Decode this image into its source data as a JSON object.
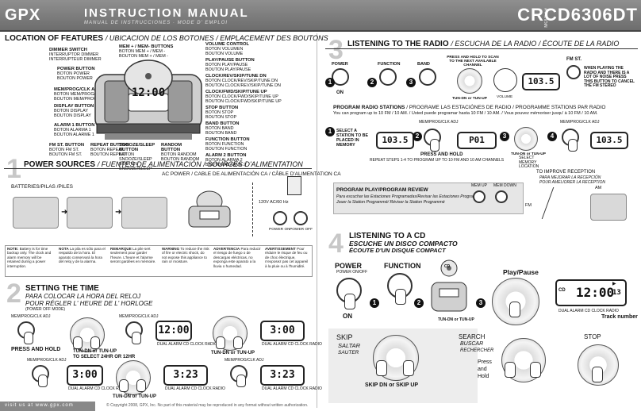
{
  "header": {
    "logo": "GPX",
    "title": "INSTRUCTION MANUAL",
    "subtitle": "MANUAL DE INSTRUCCIONES · MODE D' EMPLOI",
    "model_label": "MODEL#",
    "model": "CRCD6306DT"
  },
  "features": {
    "title": "LOCATION OF FEATURES",
    "title_es": "/ UBICACION DE LOS BOTONES / EMPLACEMENT DES BOUTONS",
    "display_time": "12:00",
    "left_labels": [
      {
        "en": "DIMMER SWITCH",
        "es": "INTERRUPTOR DIMMER",
        "fr": "INTERRUPTEUR DIMMER"
      },
      {
        "en": "POWER BUTTON",
        "es": "BOTON POWER",
        "fr": "BOUTON POWER"
      },
      {
        "en": "MEM/PROG/CLK ADJ. BUTTON",
        "es": "BOTON MEM/PROG/CLK ADJ.",
        "fr": "BOUTON MEM/PROG/CLK ADJ."
      },
      {
        "en": "DISPLAY BUTTON",
        "es": "BOTON DISPLAY",
        "fr": "BOUTON DISPLAY"
      },
      {
        "en": "ALARM 1 BUTTON",
        "es": "BOTON ALARMA 1",
        "fr": "BOUTON ALARME 1"
      },
      {
        "en": "FM ST. BUTTON",
        "es": "BOTON FM ST.",
        "fr": "BOUTON FM ST."
      }
    ],
    "top_label": {
      "en": "MEM + / MEM- BUTTONS",
      "es": "BOTON MEM + / MEM -",
      "fr": "BOUTON MEM + / MEM -"
    },
    "right_labels": [
      {
        "en": "VOLUME CONTROL",
        "es": "BOTON VOLUMEN",
        "fr": "BOUTON VOLUME"
      },
      {
        "en": "PLAY/PAUSE BUTTON",
        "es": "BOTON PLAY/PAUSE",
        "fr": "BOUTON PLAY/PAUSE"
      },
      {
        "en": "CLOCK/REV/SKIP/TUNE DN",
        "es": "BOTON CLOCK/REV/SKIP/TUNE DN",
        "fr": "BOUTON CLOCK/REV/SKIP/TUNE DN"
      },
      {
        "en": "CLOCK/FWD/SKIP/TUNE UP",
        "es": "BOTON CLOCK/FWD/SKIP/TUNE UP",
        "fr": "BOUTON CLOCK/FWD/SKIP/TUNE UP"
      },
      {
        "en": "STOP BUTTON",
        "es": "BOTON STOP",
        "fr": "BOUTON STOP"
      },
      {
        "en": "BAND BUTTON",
        "es": "BOTON BAND",
        "fr": "BOUTON BAND"
      },
      {
        "en": "FUNCTION BUTTON",
        "es": "BOTON FUNCTION",
        "fr": "BOUTON FUNCTION"
      },
      {
        "en": "ALARM 2 BUTTON",
        "es": "BOTON ALARMA 2",
        "fr": "BOUTON ALARME 2"
      }
    ],
    "bottom_labels": [
      {
        "en": "REPEAT BUTTON",
        "es": "BOTON REPEAT",
        "fr": "BOUTON REPEAT"
      },
      {
        "en": "SNOOZE/SLEEP BUTTON",
        "es": "BOTON SNOOZE/SLEEP",
        "fr": "BOUTON SNOOZE/SLEEP"
      },
      {
        "en": "RANDOM BUTTON",
        "es": "BOTON RANDOM",
        "fr": "BOUTON RANDOM"
      }
    ]
  },
  "power": {
    "num": "1",
    "title": "POWER SOURCES",
    "title_es": "/ FUENTES DE ALIMENTACIÓN / SOURCES D'ALIMENTATION",
    "ac": "AC POWER / CABLE DE ALIMENTACIÓN CA / CÂBLE D'ALIMENTATION CA",
    "batteries": "BATTERIES/PILAS /PILES",
    "ac_voltage": "120V AC/60 Hz",
    "power_on": "POWER ON",
    "power_off": "POWER OFF",
    "notes": [
      {
        "head": "NOTE:",
        "text": "Battery is for time backup only. The clock and alarm memory will be retained during a power interruption."
      },
      {
        "head": "NOTA",
        "text": "La pila es sólo para el respaldo de la hora. El aparato conservará la hora del reloj y de la alarma."
      },
      {
        "head": "REMARQUE",
        "text": "La pile sert seulement pour garder l'heure. L'heure et l'alarme seront gardées en mémoire."
      },
      {
        "head": "WARNING",
        "text": "To reduce the risk of fire or electric shock, do not expose this appliance to rain or moisture."
      },
      {
        "head": "ADVERTENCIA",
        "text": "Para reducir el riesgo de fuego o de descargas eléctricas, no exponga este aparato a la lluvia o humedad."
      },
      {
        "head": "AVERTISSEMENT",
        "text": "Pour réduire le risque de feu ou de choc électrique, n'exposez pas cet appareil à la pluie ou à l'humidité."
      }
    ]
  },
  "time": {
    "num": "2",
    "title": "SETTING THE TIME",
    "title_es": "PARA COLOCAR LA HORA DEL RELOJ",
    "title_fr": "POUR RÉGLER L' HEURE DE L' HORLOGE",
    "mode": "(POWER OFF MODE)",
    "mem_label": "MEM/PROG/CLK ADJ",
    "press_hold": "PRESS AND HOLD",
    "tun_select": "TUN-DN or TUN-UP\nTO SELECT 24HR OR 12HR",
    "tun": "TUN-DN or TUN-UP",
    "lcd": [
      "12:00",
      "3:00",
      "3:00",
      "3:23",
      "3:23"
    ],
    "lcd_caption": "DUAL ALARM CD CLOCK RADIO"
  },
  "radio": {
    "num": "3",
    "title": "LISTENING TO THE RADIO",
    "title_es": "/ ESCUCHA DE LA RADIO / ÉCOUTE DE LA RADIO",
    "power": "POWER",
    "function": "FUNCTION",
    "band": "BAND",
    "on": "ON",
    "scan": "PRESS AND HOLD TO SCAN\nTO THE NEXT AVAILABLE CHANNEL",
    "tun": "TUN-DN or TUN-UP",
    "volume": "VOLUME",
    "freq": "103.5",
    "fm_st": "FM ST.",
    "fm_st_note": "WHEN PLAYING THE RADIO AND THERE IS A LOT OF NOISE PRESS THIS BUTTON TO CANCEL THE FM STEREO",
    "program_title": "PROGRAM RADIO STATIONS",
    "program_title_es": "/ PROGRAME LAS ESTACIÓNES DE RADIO / PROGRAMME STATIONS PAR RADIO",
    "program_desc": "You can program up to 10 FM / 10 AM. / Usted puede programar hasta 10 FM / 10 AM. / Vous pouvez mémoriser jusqu' à 10 FM / 10 AM.",
    "select_station": "SELECT A STATION TO BE PLACED IN MEMORY",
    "mem_label": "MEM/PROG/CLK ADJ",
    "p01": "P01",
    "press_hold": "PRESS AND HOLD",
    "repeat_steps": "REPEAT STEPS 1-4 TO PROGRAM UP TO 10 FM AND 10 AM CHANNELS",
    "select_memory": "SELECT MEMORY LOCATION",
    "am": "AM",
    "review_title": "PROGRAM PLAY/PROGRAM REVIEW",
    "review_es": "Para escuchar las Estaciones Programadas/Revisar las Estaciones Programadas",
    "review_fr": "Jouer la Station Programmé/ Réviser la Station Programmé",
    "mem_up": "MEM UP",
    "mem_down": "MEM DOWN",
    "reception_title": "TO IMPROVE RECEPTION",
    "reception_es": "PARA MEJORAR LA RECEPCIÓN",
    "reception_fr": "POUR AMELIORER LA RECEPTION",
    "fm": "FM"
  },
  "cd": {
    "num": "4",
    "title": "LISTENING TO A CD",
    "title_es": "ESCUCHE UN DISCO COMPACTO",
    "title_fr": "ÉCOUTE D'UN DISQUE COMPACT",
    "power": "POWER",
    "power_sub": "POWER ON/OFF",
    "function": "FUNCTION",
    "on": "ON",
    "play_pause": "Play/Pause",
    "tun": "TUN-DN or TUN-UP",
    "lcd_time": "12:00",
    "track": "13",
    "cd_icon": "CD",
    "lcd_caption": "DUAL ALARM CD CLOCK RADIO",
    "track_number": "Track number",
    "skip": "SKIP",
    "skip_es": "SALTAR",
    "skip_fr": "SAUTER",
    "search": "SEARCH",
    "search_es": "BUSCAR",
    "search_fr": "RECHERCHER",
    "press_hold": "Press\nand\nHold",
    "skip_dn_up": "SKIP DN or SKIP UP",
    "stop": "STOP"
  },
  "footer": {
    "visit": "visit us at www.gpx.com",
    "copyright": "© Copyright 2008, GPX, Inc. No part of this material may be reproduced in any format without written authorization."
  }
}
